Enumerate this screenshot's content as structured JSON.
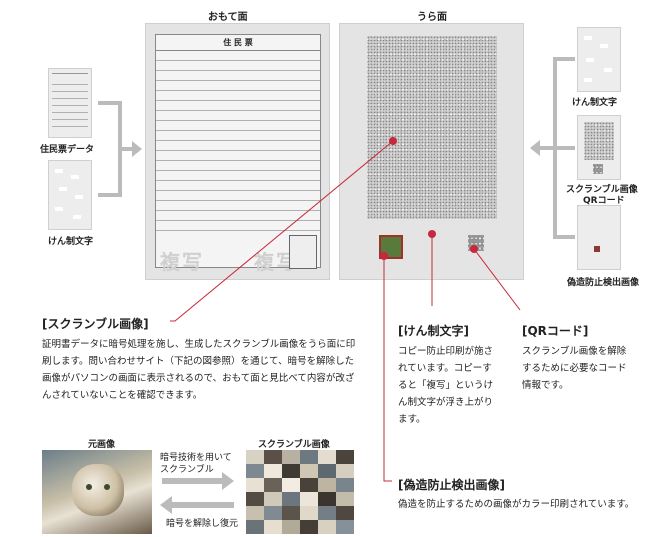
{
  "front": {
    "title": "おもて面"
  },
  "back": {
    "title": "うら面"
  },
  "certificate": {
    "heading": "住 民 票",
    "watermark": "複写"
  },
  "left_inputs": [
    {
      "label": "住民票データ"
    },
    {
      "label": "けん制文字"
    }
  ],
  "right_outputs": [
    {
      "label": "けん制文字"
    },
    {
      "label_line1": "スクランブル画像",
      "label_line2": "QRコード"
    },
    {
      "label": "偽造防止検出画像"
    }
  ],
  "annotations": {
    "scramble": {
      "title": "[スクランブル画像]",
      "body": "証明書データに暗号処理を施し、生成したスクランブル画像をうら面に印刷します。問い合わせサイト（下記の図参照）を通じて、暗号を解除した画像がパソコンの画面に表示されるので、おもて面と見比べて内容が改ざんされていないことを確認できます。"
    },
    "kensei": {
      "title": "[けん制文字]",
      "body": "コピー防止印刷が施されています。コピーすると「複写」というけん制文字が浮き上がります。"
    },
    "qr": {
      "title": "[QRコード]",
      "body": "スクランブル画像を解除するために必要なコード情報です。"
    },
    "detect": {
      "title": "[偽造防止検出画像]",
      "body": "偽造を防止するための画像がカラー印刷されています。"
    }
  },
  "figure": {
    "original_label": "元画像",
    "scrambled_label": "スクランブル画像",
    "forward_label": "暗号技術を用いてスクランブル",
    "reverse_label": "暗号を解除し復元"
  },
  "colors": {
    "accent": "#c8283c",
    "arrow": "#bbbbbb",
    "doc": "#e4e4e4"
  }
}
